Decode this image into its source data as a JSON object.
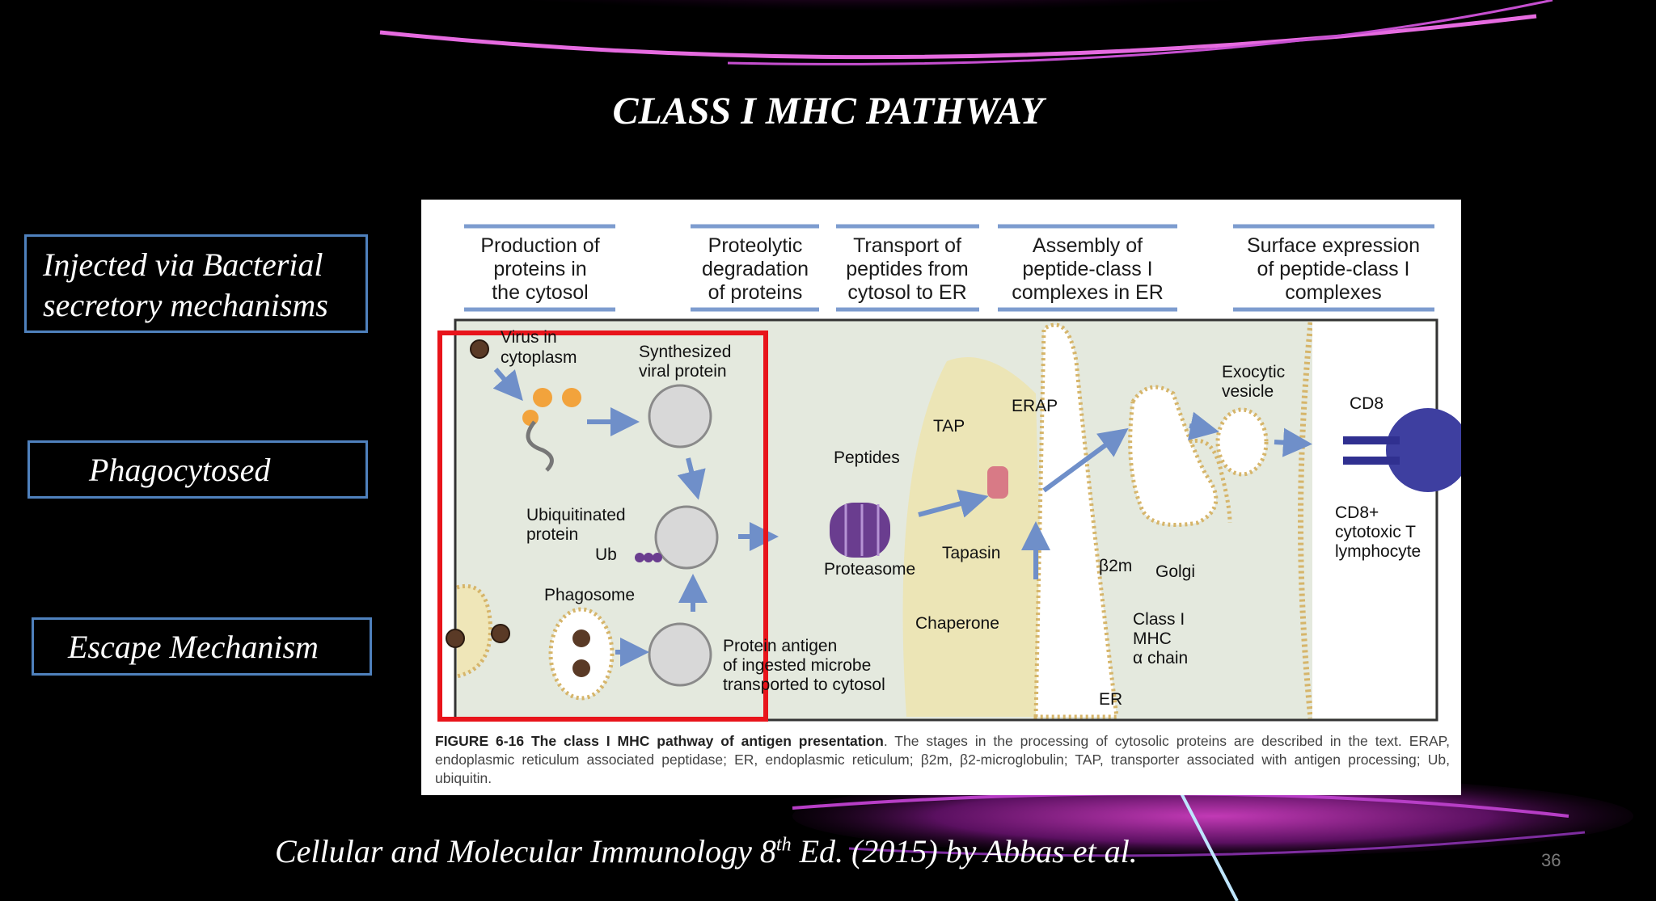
{
  "slide": {
    "title": "CLASS I MHC PATHWAY",
    "page_number": "36",
    "citation": {
      "pre": "Cellular and Molecular Immunology 8",
      "sup": "th",
      "post": " Ed. (2015) by Abbas et al."
    }
  },
  "side_boxes": [
    {
      "line1": "Injected via Bacterial",
      "line2": "secretory mechanisms"
    },
    {
      "text": "Phagocytosed"
    },
    {
      "text": "Escape Mechanism"
    }
  ],
  "figure": {
    "stages": [
      [
        "Production of",
        "proteins in",
        "the cytosol"
      ],
      [
        "Proteolytic",
        "degradation",
        "of proteins"
      ],
      [
        "Transport of",
        "peptides from",
        "cytosol to ER"
      ],
      [
        "Assembly of",
        "peptide-class I",
        "complexes in ER"
      ],
      [
        "Surface expression",
        "of peptide-class I",
        "complexes"
      ]
    ],
    "labels": {
      "virus": [
        "Virus in",
        "cytoplasm"
      ],
      "synthesized": [
        "Synthesized",
        "viral protein"
      ],
      "ubiquitinated": [
        "Ubiquitinated",
        "protein"
      ],
      "ub": "Ub",
      "phagosome": "Phagosome",
      "protein_antigen": [
        "Protein antigen",
        "of ingested microbe",
        "transported to cytosol"
      ],
      "peptides": "Peptides",
      "proteasome": "Proteasome",
      "tap": "TAP",
      "erap": "ERAP",
      "tapasin": "Tapasin",
      "b2m": "β2m",
      "chaperone": "Chaperone",
      "class1": [
        "Class I",
        "MHC",
        "α chain"
      ],
      "er": "ER",
      "golgi": "Golgi",
      "exocytic": [
        "Exocytic",
        "vesicle"
      ],
      "cd8": "CD8",
      "cd8_cell": [
        "CD8+",
        "cytotoxic T",
        "lymphocyte"
      ]
    },
    "caption": {
      "fig_no": "FIGURE 6-16",
      "fig_title": "The class I MHC pathway of antigen presentation",
      "line1_rest": ". The stages in the processing of cytosolic proteins are described in the text.",
      "line2": "ERAP, endoplasmic reticulum associated peptidase; ER, endoplasmic reticulum; β2m, β2-microglobulin; TAP, transporter associated with antigen",
      "line3": "processing; Ub, ubiquitin."
    }
  },
  "colors": {
    "box_border": "#4f81bd",
    "highlight": "#e8141b",
    "arrow": "#6f8fc9",
    "proteasome": "#6a3d8f"
  }
}
